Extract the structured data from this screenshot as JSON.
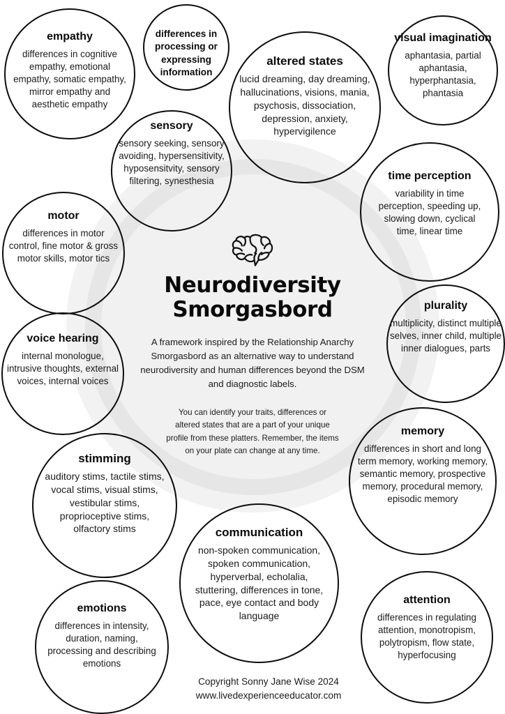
{
  "poster": {
    "brain_icon": "brain-icon",
    "title": "Neurodiversity\nSmorgasbord",
    "title_line1": "Neurodiversity",
    "title_line2": "Smorgasbord",
    "intro": "A framework inspired by the Relationship Anarchy Smorgasbord as an alternative way to understand neurodiversity and human differences beyond the DSM and diagnostic labels.",
    "note": "You can identify your traits, differences or altered states that are a part of your unique profile from these platters. Remember, the items on your plate can change at any time.",
    "footer_copyright": "Copyright Sonny Jane Wise 2024",
    "footer_website": "www.livedexperienceeducator.com"
  },
  "colors": {
    "background": "#ffffff",
    "platter_outer": "#f2f2f2",
    "platter_mid": "#e6e6e6",
    "platter_inner": "#f1f1f1",
    "outline": "#0d0d0d",
    "text": "#1b1b1b",
    "heading": "#0a0a0a"
  },
  "bubbles": [
    {
      "id": "empathy",
      "title": "empathy",
      "body": "differences in cognitive empathy, emotional empathy, somatic empathy, mirror empathy and aesthetic empathy"
    },
    {
      "id": "processing",
      "title": "",
      "body": "differences in processing or expressing information"
    },
    {
      "id": "altered-states",
      "title": "altered states",
      "body": "lucid dreaming, day dreaming, hallucinations, visions, mania, psychosis, dissociation, depression, anxiety, hypervigilence"
    },
    {
      "id": "visual-imagination",
      "title": "visual imagination",
      "body": "aphantasia, partial aphantasia, hyperphantasia, phantasia"
    },
    {
      "id": "sensory",
      "title": "sensory",
      "body": "sensory seeking, sensory avoiding, hypersensitivity, hyposensitvity, sensory filtering, synesthesia"
    },
    {
      "id": "time-perception",
      "title": "time perception",
      "body": "variability in time perception, speeding up, slowing down, cyclical time, linear time"
    },
    {
      "id": "motor",
      "title": "motor",
      "body": "differences in motor control, fine motor & gross motor skills, motor tics"
    },
    {
      "id": "plurality",
      "title": "plurality",
      "body": "multiplicity, distinct multiple selves, inner child, multiple inner dialogues, parts"
    },
    {
      "id": "voice-hearing",
      "title": "voice hearing",
      "body": "internal monologue, intrusive thoughts, external voices, internal voices"
    },
    {
      "id": "memory",
      "title": "memory",
      "body": "differences in short and long term memory, working memory, semantic memory, prospective memory, procedural memory, episodic memory"
    },
    {
      "id": "stimming",
      "title": "stimming",
      "body": "auditory stims, tactile stims, vocal stims, visual stims, vestibular stims, proprioceptive stims, olfactory stims"
    },
    {
      "id": "communication",
      "title": "communication",
      "body": "non-spoken communication, spoken communication, hyperverbal, echolalia, stuttering, differences in tone, pace, eye contact and body language"
    },
    {
      "id": "emotions",
      "title": "emotions",
      "body": "differences in intensity, duration, naming, processing and describing emotions"
    },
    {
      "id": "attention",
      "title": "attention",
      "body": "differences in regulating attention, monotropism, polytropism, flow state, hyperfocusing"
    }
  ]
}
